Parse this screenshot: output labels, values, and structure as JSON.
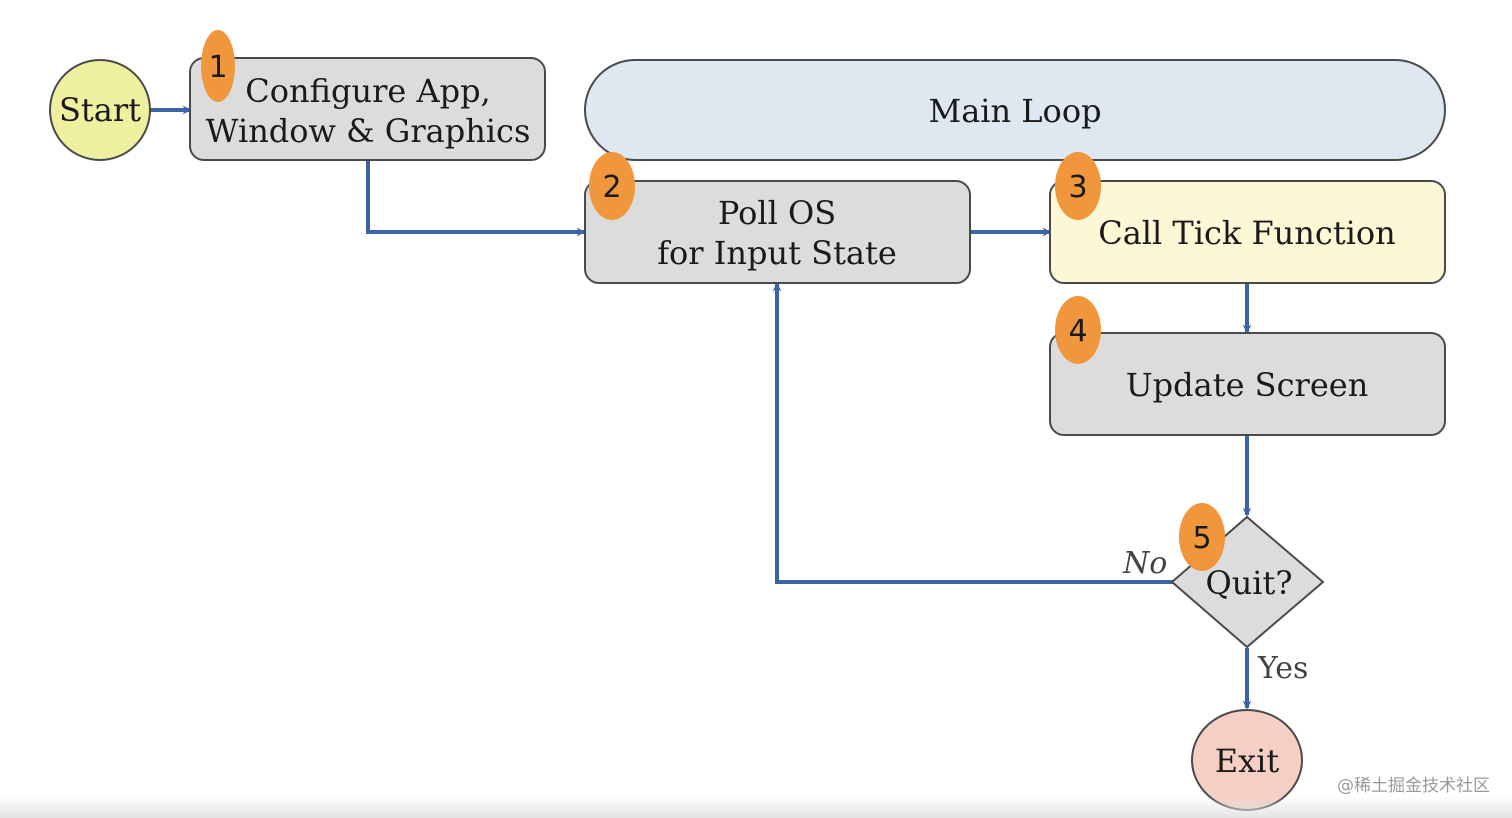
{
  "colors": {
    "edge": "#3c63a6",
    "badge": "#f0963c",
    "start_fill": "#eef0a0",
    "config_fill": "#dcdcdc",
    "loop_fill": "#dfe7f0",
    "poll_fill": "#dcdcdc",
    "tick_fill": "#fcf8d6",
    "update_fill": "#dcdcdc",
    "decision_fill": "#dcdcdc",
    "exit_fill": "#f5cfc4",
    "node_stroke": "#4a4a4a"
  },
  "nodes": {
    "start": {
      "label": "Start"
    },
    "configure": {
      "line1": "Configure App,",
      "line2": "Window & Graphics"
    },
    "main_loop": {
      "label": "Main Loop"
    },
    "poll": {
      "line1": "Poll OS",
      "line2": "for Input State"
    },
    "tick": {
      "label": "Call Tick Function"
    },
    "update": {
      "label": "Update Screen"
    },
    "quit": {
      "label": "Quit?"
    },
    "exit": {
      "label": "Exit"
    }
  },
  "badges": {
    "b1": "1",
    "b2": "2",
    "b3": "3",
    "b4": "4",
    "b5": "5"
  },
  "edges": {
    "no_label": "No",
    "yes_label": "Yes"
  },
  "watermark": "@稀土掘金技术社区"
}
